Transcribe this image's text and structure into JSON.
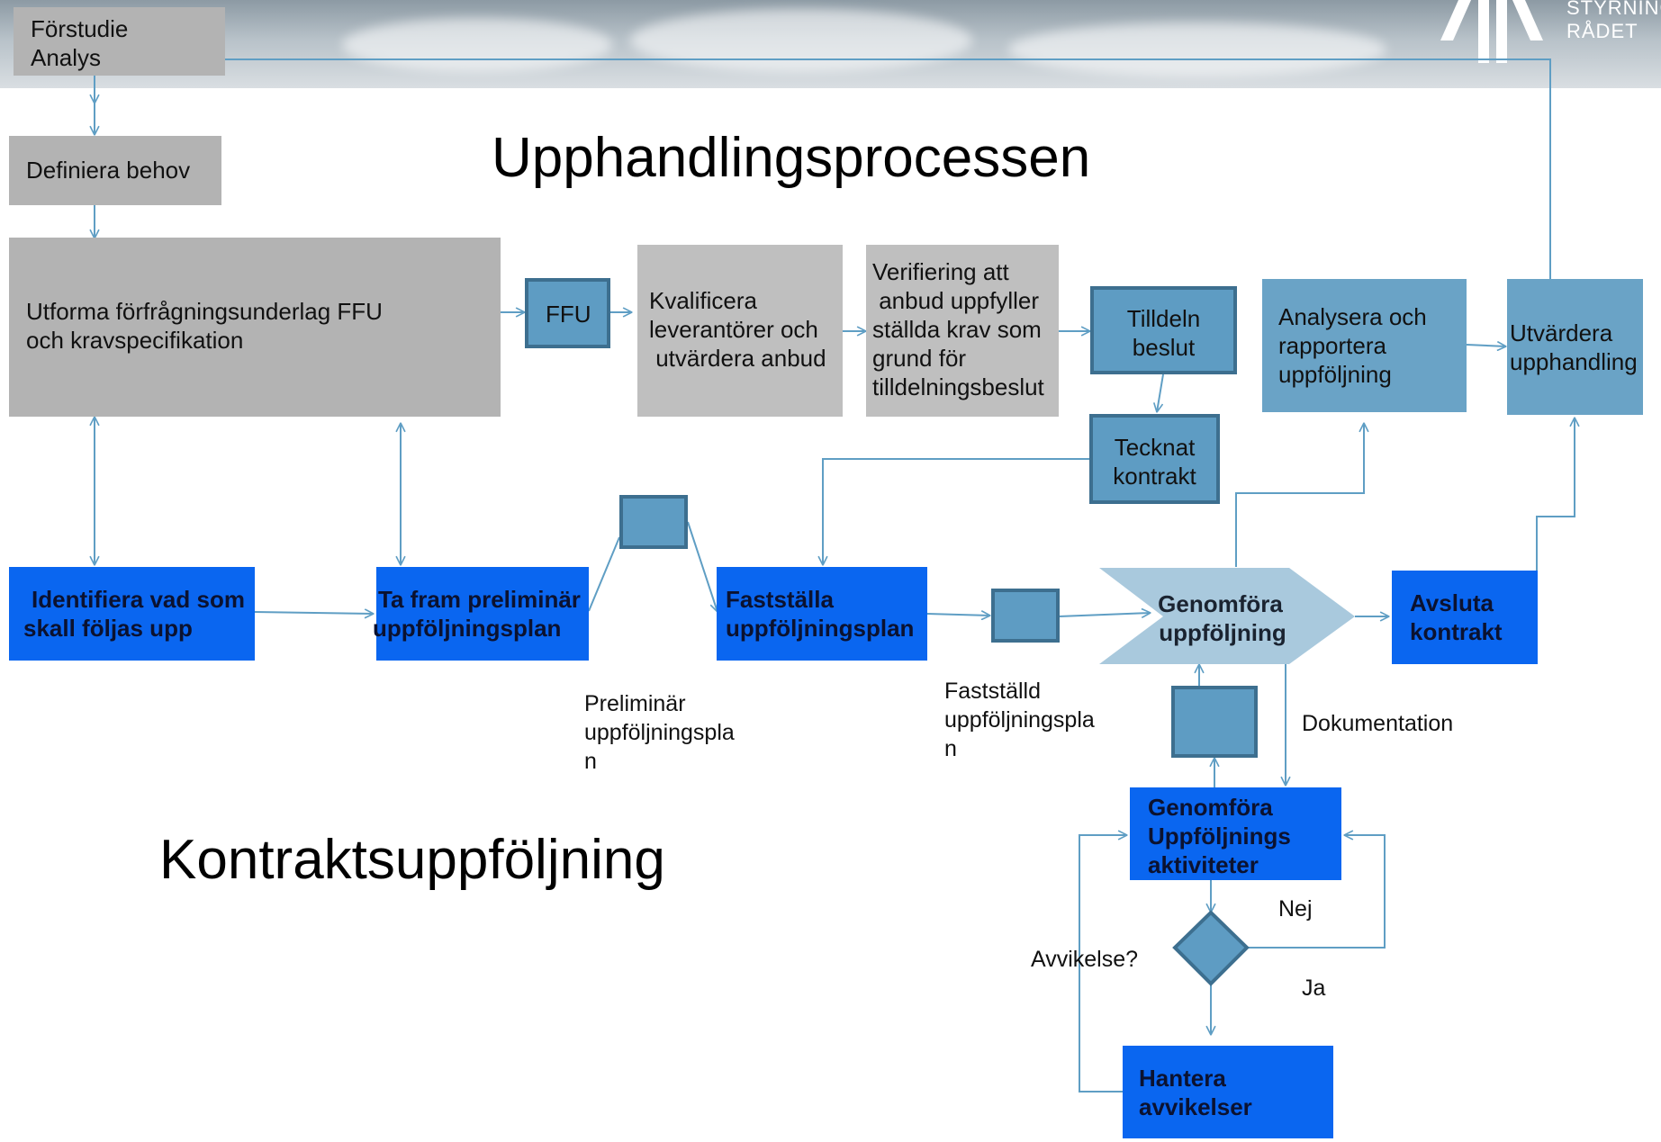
{
  "header": {
    "logo_line1": "STYRNING",
    "logo_line2": "RÅDET"
  },
  "titles": {
    "main": "Upphandlingsprocessen",
    "sub": "Kontraktsuppföljning"
  },
  "boxes": {
    "forstudie": [
      "Förstudie",
      "Analys"
    ],
    "definiera": "Definiera behov",
    "utforma": [
      "Utforma förfrågningsunderlag FFU",
      "och kravspecifikation"
    ],
    "ffu": "FFU",
    "kvalificera": [
      "Kvalificera",
      "leverantörer och",
      " utvärdera anbud"
    ],
    "verifiering": [
      "Verifiering att",
      " anbud uppfyller",
      "ställda krav som",
      "grund för",
      "tilldelningsbeslut"
    ],
    "tilldeln": [
      "Tilldeln",
      "beslut"
    ],
    "tecknat": [
      "Tecknat",
      "kontrakt"
    ],
    "analysera": [
      "Analysera och",
      "rapportera",
      "uppföljning"
    ],
    "utvardera": [
      "Utvärdera",
      "upphandling"
    ],
    "identifiera": [
      "Identifiera vad som",
      "skall följas upp"
    ],
    "tafram": [
      "Ta fram preliminär",
      "uppföljningsplan"
    ],
    "faststalla": [
      "Fastställa",
      "uppföljningsplan"
    ],
    "genomfora": [
      "Genomföra",
      "uppföljning"
    ],
    "avsluta": [
      "Avsluta",
      "kontrakt"
    ],
    "aktiviteter": [
      "Genomföra",
      "Uppföljnings",
      "aktiviteter"
    ],
    "hantera": [
      "Hantera",
      "avvikelser"
    ]
  },
  "labels": {
    "prelim_doc": [
      "Preliminär",
      "uppföljningspla",
      "n"
    ],
    "fastst_doc": [
      "Fastställd",
      "uppföljningspla",
      "n"
    ],
    "dokumentation": "Dokumentation",
    "nej": "Nej",
    "ja": "Ja",
    "avvikelse": "Avvikelse?"
  },
  "colors": {
    "arrow": "#5f9ec4",
    "grey_box": "#b3b3b3",
    "blue_box": "#0a66f0",
    "steel_box": "#6aa3c6",
    "chevron": "#a9c9dd"
  }
}
